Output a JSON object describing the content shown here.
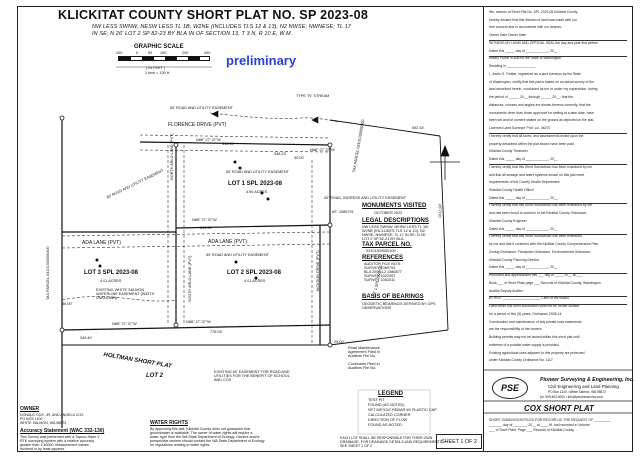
{
  "title": {
    "main": "KLICKITAT COUNTY   SHORT PLAT NO. SP 2023-08",
    "line2": "NW LESS SWNW, NESW LESS TL 1B; W2NE (INCLUDES TLS 12 & 13), N2 NWSE; NWNESE; TL 17",
    "line3": "IN SE; N 26' LOT 2 SP 82-23 BY BLA IN OF SECTION 13, T 3 N, R 10 E, W.M."
  },
  "scale": {
    "heading": "GRAPHIC SCALE",
    "ticks": [
      "100",
      "0",
      "50",
      "100",
      "200",
      "400"
    ],
    "unit_line1": "( IN FEET )",
    "unit_line2": "1 inch = 100 ft."
  },
  "watermark": "preliminary",
  "labels": {
    "stream": "TYPE \"N\" STREAM",
    "easement_top": "60' ROAD AND UTILITY EASEMENT",
    "florence": "FLORENCE DRIVE (PVT)",
    "north_arlo": "NORTH ARLO LANE (PVT)",
    "easement_lot1": "60' ROAD AND UTILITY EASEMENT",
    "lot1": "LOT 1 SPL 2023-08",
    "lot1_acres": "4.90 ACRES",
    "easement_left": "60' ROAD AND UTILITY EASEMENT",
    "ingress": "30' ROAD, INGRESS AND UTILITY EASEMENT",
    "ingress_af": "AF: 1085791",
    "ada1": "ADA LANE (PVT)",
    "ada2": "ADA LANE (PVT)",
    "easement_lot2": "60' ROAD AND UTILITY EASEMENT",
    "lot2": "LOT 2 SPL 2023-08",
    "lot2_acres": "4.01 ACRES",
    "south_arlo": "SOUTH ARLO LANE (PVT)",
    "jackson": "JACKSON DRIVE (PVT)",
    "lot3": "LOT 3 SPL 2023-08",
    "lot3_acres": "4.01 ACRES",
    "waterline": "EXISTING WHITE SALMON WATERLINE EASEMENT (WIDTH UNKNOWN)",
    "easement_bottom": "EXISTING 60' EASEMENT FOR ROAD AND UTILITIES FOR THE BENEFIT OF SCHOOL AND COX",
    "holtman": "HOLTMAN SHORT PLAT",
    "holtman_lot": "LOT 2",
    "tax_parcel_right": "TAX PARCEL 03101300000500",
    "tax_parcel_left": "TAX PARCEL 03101300000400",
    "lot1_spl": "LOT 1 SPL 2022-03",
    "brg1": "N88° 27' 37\"W",
    "brg2": "N88° 27' 37\"W",
    "brg3": "N88° 27' 37\"W",
    "brg4": "N88° 27' 37\"W",
    "brg5": "N88° 27' 37\"W",
    "dist1": "346.39'",
    "dist2": "348.23'",
    "dist3": "345.62'",
    "dist4": "349.40'",
    "dist5": "776.03'",
    "dist6": "1012.84'",
    "dist7": "592.34'",
    "dist8": "30.00'",
    "dist9": "25.00'",
    "dist10": "36.00'"
  },
  "info": {
    "monuments_h": "MONUMENTS VISITED",
    "monuments_d": "OCTOBER 2022",
    "legal_h": "LEGAL DESCRIPTIONS",
    "legal_1": "NW LESS SWNW, NESW LESS TL 1B;",
    "legal_2": "W2NE (INCLUDES TLS 12 & 13), N2",
    "legal_3": "NWSE; NWNESE; TL 17 IN SE; N 26'",
    "legal_4": "LOT 2 SP 82-23 BY BLA",
    "tax_h": "TAX PARCEL NO.",
    "tax_v": "03101300000100",
    "ref_h": "REFERENCES",
    "ref_1": "AUDITOR FILE NO'S:",
    "ref_2": "SURVEY 1089793",
    "ref_3": "BLA 2009-12 1086877",
    "ref_4": "SURVEY 1022457",
    "ref_5": "SURVEY 1052011",
    "bearings_h": "BASIS OF BEARINGS",
    "bearings_1": "GEODETIC BEARINGS DERIVED BY GPS",
    "bearings_2": "OBSERVATIONS",
    "road_maint_1": "Road Maintenance",
    "road_maint_2": "Agreement Filed In",
    "road_maint_3": "Auditors File No.",
    "cov_1": "Covenants Filed In",
    "cov_2": "Auditors File No."
  },
  "legend": {
    "heading": "LEGEND",
    "items": [
      "FOUND (AS NOTED)",
      "SET 5/8\"X24\" REBAR W/ PLASTIC CAP",
      "CALCULATED CORNER",
      "DIRECTION OF FLOW"
    ],
    "i1": "TEST PIT",
    "i2": "FOUND AS NOTED"
  },
  "bottom": {
    "owner_h": "OWNER",
    "owner_1": "DONALD COX, JR. AND ANGELA COX",
    "owner_2": "PO BOX 1100",
    "owner_3": "WHITE SALMON, WA 98672",
    "accuracy_h": "Accuracy Statement (WAC 332-130)",
    "accuracy_1": "This Survey was performed with a Topcon Hiper V",
    "accuracy_2": "RTK surveying system with a relative accuracy",
    "accuracy_3": "greater than 1:10000. Measurement values",
    "accuracy_4": "involved in by least squares.",
    "water_h": "WATER RIGHTS",
    "water_1": "By approving this plat, Klickitat County does not guarantee that",
    "water_2": "groundwater is available. The owner of water rights will require a",
    "water_3": "water right from the WA State Department of Ecology. Owners and/or",
    "water_4": "prospective owners should contact the WA State Department of Ecology",
    "water_5": "for regulations relating to water rights.",
    "drain_1": "EACH LOT SHALL BE RESPONSIBLE FOR THEIR OWN",
    "drain_2": "DRAINAGE. FOR DRAINAGE DETAILS AND REQUIREMENTS",
    "drain_3": "SEE SHEET 2 OF 2",
    "sheet": "SHEET 1 OF 2"
  },
  "certs": {
    "lines": [
      "We, owners of Short Plat No. SPL 2023-08 Klickitat County",
      "hereby declare that this division of land was made with our",
      "free consent and in accordance with our desires.",
      "Owner                        Date          Owner                        Date",
      "WITNESS MY HAND AND OFFICIAL SEAL the day and year first written",
      "Dated this _____ day of ____________, 20__",
      "Notary Public in and for the State of Washington",
      "Residing in _______________",
      "I, Justin G. Fulster, registered as a land surveyor by the State",
      "of Washington, certify that this plat is based on an actual survey of the",
      "land described herein, conducted by me or under my supervision, during",
      "the period of _____, 20__ through _____, 20__; that the",
      "distances, courses and angles are shown thereon correctly; that the",
      "monuments other than those approved for setting at a later date, have",
      "been set and lot corners staked on the ground as depicted on the plat.",
      "Licensed Land Surveyor                           Prof. Lic. 46270",
      "I hereby certify that all taxes, and assessments levied upon the",
      "property described within the plat shown have been paid.",
      "Klickitat County Treasurer",
      "Dated this _____ day of ____________, 20__",
      "I hereby certify that this Short Subdivision has been examined by me",
      "and that all sewage and water systems shown on this plat meet",
      "requirements of the County Health Department.",
      "Klickitat County Health Officer",
      "Dated this _____ day of ____________, 20__",
      "I hereby certify that this Short Subdivision has been examined by me",
      "and has been found to conform to the Klickitat County Ordinance.",
      "Klickitat County Engineer",
      "Dated this _____ day of ____________, 20__",
      "I hereby certify that this Short Subdivision has been examined",
      "by me and that it conforms with the Klickitat County Comprehensive Plan,",
      "Zoning Ordinance, Floodplain Ordinance, Environmental Ordinance.",
      "Klickitat County Planning Director",
      "Dated this _____ day of ____________, 20__",
      "Recorded and appearances this ___ day of ____, 20__ at ___",
      "Book ___ of Short Plats page ___ Records of Klickitat County, Washington",
      "Auditor                                   Deputy Auditor",
      "ATTEST ____________________  Clerk of the Board",
      "Land within this short subdivision shall not be further divided",
      "for a period of five (5) years. Ordinance 2008-14.",
      "Construction and maintenance of any private road easements",
      "are the responsibility of the owners.",
      "Building permits may not be issued within this short plat until",
      "evidence of a potable water supply is provided.",
      "Existing agricultural uses adjacent to this property are protected",
      "under Klickitat County Ordinance No. 1117."
    ]
  },
  "firm": {
    "logo": "PSE",
    "name": "Pioneer Surveying & Engineering, Inc.",
    "sub": "Civil Engineering and Land Planning",
    "addr": "PO Box 1100 • White Salmon, WA 98672",
    "phone": "ph. 509.493.0000 • info@pioneersurvey.com",
    "project": "COX SHORT PLAT",
    "rec_1": "SHORT SUBDIVISION FILED FOR RECORD AT THE REQUEST OF _________",
    "rec_2": "_______ day of _______, 20__ at ____ M. and recorded in Volume",
    "rec_3": "___ of Short Plats, Page ___ Records of Klickitat County"
  }
}
